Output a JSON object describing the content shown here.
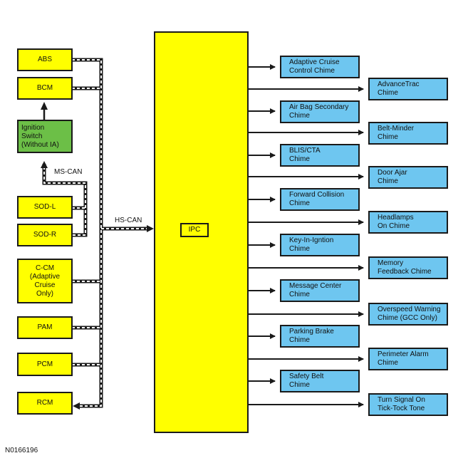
{
  "modules": {
    "abs": "ABS",
    "bcm": "BCM",
    "ignition": "Ignition\nSwitch\n(Without IA)",
    "sod_l": "SOD-L",
    "sod_r": "SOD-R",
    "ccm": "C-CM\n(Adaptive\nCruise\nOnly)",
    "pam": "PAM",
    "pcm": "PCM",
    "rcm": "RCM",
    "ipc": "IPC"
  },
  "bus_labels": {
    "ms_can": "MS-CAN",
    "hs_can": "HS-CAN"
  },
  "chimes_left": [
    "Adaptive Cruise\nControl Chime",
    "Air Bag Secondary\nChime",
    "BLIS/CTA\nChime",
    "Forward Collision\nChime",
    "Key-In-Igntion\nChime",
    "Message Center\nChime",
    "Parking Brake\nChime",
    "Safety Belt\nChime"
  ],
  "chimes_right": [
    "AdvanceTrac\nChime",
    "Belt-Minder\nChime",
    "Door Ajar\nChime",
    "Headlamps\nOn Chime",
    "Memory\nFeedback Chime",
    "Overspeed Warning\nChime (GCC Only)",
    "Perimeter Alarm\nChime",
    "Turn Signal On\nTick-Tock Tone"
  ],
  "figure_id": "N0166196",
  "colors": {
    "module": "#ffff00",
    "ignition": "#6cbf47",
    "chime": "#6ec6f0",
    "line": "#1a1a1a"
  }
}
